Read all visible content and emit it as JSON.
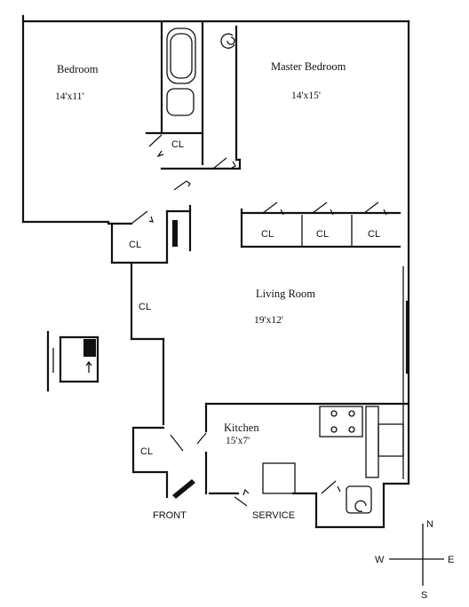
{
  "rooms": {
    "bedroom": {
      "name": "Bedroom",
      "dims": "14'x11'"
    },
    "master_bedroom": {
      "name": "Master Bedroom",
      "dims": "14'x15'"
    },
    "living_room": {
      "name": "Living Room",
      "dims": "19'x12'"
    },
    "kitchen": {
      "name": "Kitchen",
      "dims": "15'x7'"
    }
  },
  "closets": {
    "cl_bath": "CL",
    "cl_hall": "CL",
    "cl_master_1": "CL",
    "cl_master_2": "CL",
    "cl_master_3": "CL",
    "cl_corridor": "CL",
    "cl_entry": "CL"
  },
  "entrances": {
    "front": "FRONT",
    "service": "SERVICE"
  },
  "compass": {
    "n": "N",
    "s": "S",
    "e": "E",
    "w": "W"
  },
  "colors": {
    "ink": "#111111",
    "paper": "#ffffff"
  }
}
